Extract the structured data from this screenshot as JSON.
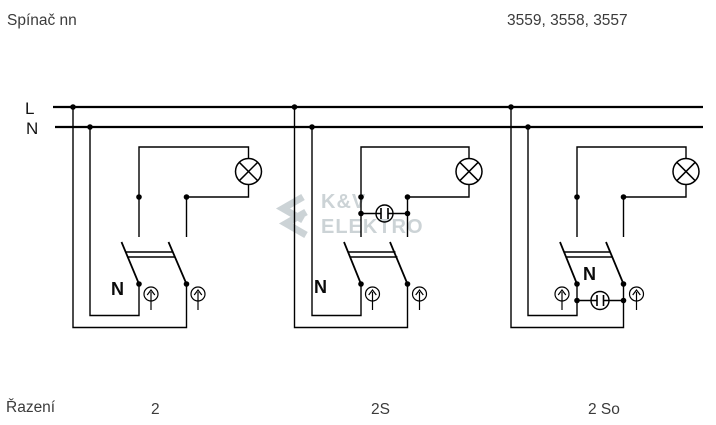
{
  "header": {
    "title": "Spínač nn",
    "product_numbers": "3559, 3558, 3557"
  },
  "bus": {
    "live_label": "L",
    "neutral_label": "N"
  },
  "diagrams": [
    {
      "neutral_label": "N",
      "code": "2"
    },
    {
      "neutral_label": "N",
      "code": "2S"
    },
    {
      "neutral_label": "N",
      "code": "2 So"
    }
  ],
  "footer": {
    "label": "Řazení"
  },
  "watermark": {
    "line1": "K&V",
    "line2": "ELEKTRO"
  },
  "colors": {
    "line": "#000000",
    "text": "#3b3b3b",
    "watermark": "#ccd3d6",
    "background": "#ffffff"
  }
}
